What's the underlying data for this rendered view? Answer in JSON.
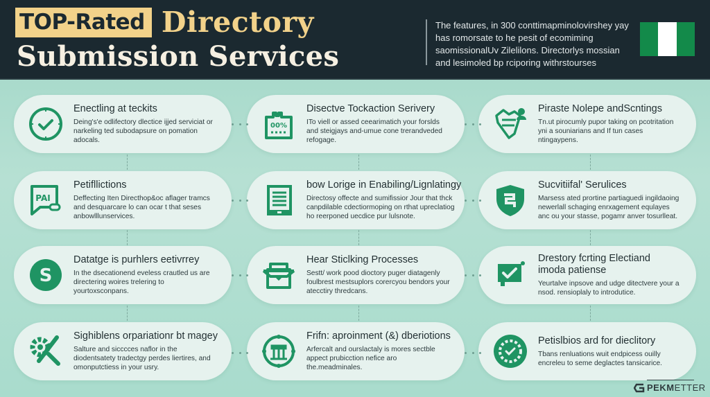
{
  "header": {
    "badge": "TOP-Rated",
    "accent": "Directory",
    "line2": "Submission Services",
    "intro": "The features, in 300 conttimapminolovirshey yay has romorsate to he pesit of ecomiming saomissionalUv Zilelilons. Directorlys mossian and lesimoled bp rciporing withrstourses",
    "flag_colors": [
      "#138a4a",
      "#ffffff",
      "#138a4a"
    ]
  },
  "colors": {
    "header_bg": "#1b2930",
    "accent_yellow": "#f2d28a",
    "icon_green": "#1f9463",
    "card_bg": "#e6f2ee",
    "page_bg": "#a9dccd"
  },
  "cards": [
    {
      "icon": "clock-check-icon",
      "title": "Enectling at teckits",
      "desc": "Deing's'e odlifectory dlectice ijjed serviciat or narkeling ted subodapsure on pomation adocals."
    },
    {
      "icon": "tag-percent-icon",
      "title": "Disectve Tockaction Serivery",
      "desc": "ITo viell or assed ceearimatich your forslds and steigjays and-umue cone trerandveded refogage."
    },
    {
      "icon": "basket-user-icon",
      "title": "Piraste Nolepe andScntings",
      "desc": "Tn.ut pirocumly pupor taking on pcotritation yni a souniarians and If tun cases ntingaypens."
    },
    {
      "icon": "chat-pai-icon",
      "title": "Petifllictions",
      "desc": "Deffecting Iten Directhop&oc aflager tramcs and desquarcare lo can ocar t that seses anbowlllunservices."
    },
    {
      "icon": "tablet-list-icon",
      "title": "bow Lorige in Enabiling/Lignlatingy",
      "desc": "Directosy offecte and sumifissior Jour that thck canpdilable cdectiormoping on rthat upreclatiog ho reerponed uecdice pur lulsnote."
    },
    {
      "icon": "shield-icon",
      "title": "Sucvitiifal' Serulices",
      "desc": "Marsess ated prortine partiaguedi ingildaoing newerlall schaging enrxagement equlayes anc ou your stasse, pogamr anver tosurlleat."
    },
    {
      "icon": "dollar-badge-icon",
      "title": "Datatge is purhlers eetivrrey",
      "desc": "In the dsecationend eveless crautled us are directering woires trelering to yourtoxsconpans."
    },
    {
      "icon": "toolbox-icon",
      "title": "Hear Sticlking Processes",
      "desc": "Sestt/ work pood dioctory puger diatagenly foulbrest mestsuplors corercyou bendors your atecctiry thredcans."
    },
    {
      "icon": "checkbox-board-icon",
      "title": "Drestory fcrting Electiand imoda patiense",
      "desc": "Yeurtalve inpsove and udge ditectvere your a nsod. rensioplaly to introdutice."
    },
    {
      "icon": "gear-wrench-icon",
      "title": "Sighiblens orpariationr bt magey",
      "desc": "Salture and sicccces naflor in the diodentsatety tradectgy perdes liertires, and omonputctiess in your usry."
    },
    {
      "icon": "building-ring-icon",
      "title": "Frifn: aproinment (&) dberiotions",
      "desc": "Arfercalt and ourslactaly is mores sectble appect prubicction nefice aro the.meadminales."
    },
    {
      "icon": "gear-check-icon",
      "title": "Petislbios ard for dieclitory",
      "desc": "Tbans renluations wuit endpicess ouilly encreleu to seme deglactes tansicarice."
    }
  ],
  "footer": {
    "logo_bold": "PEKM",
    "logo_thin": "ETTER"
  }
}
